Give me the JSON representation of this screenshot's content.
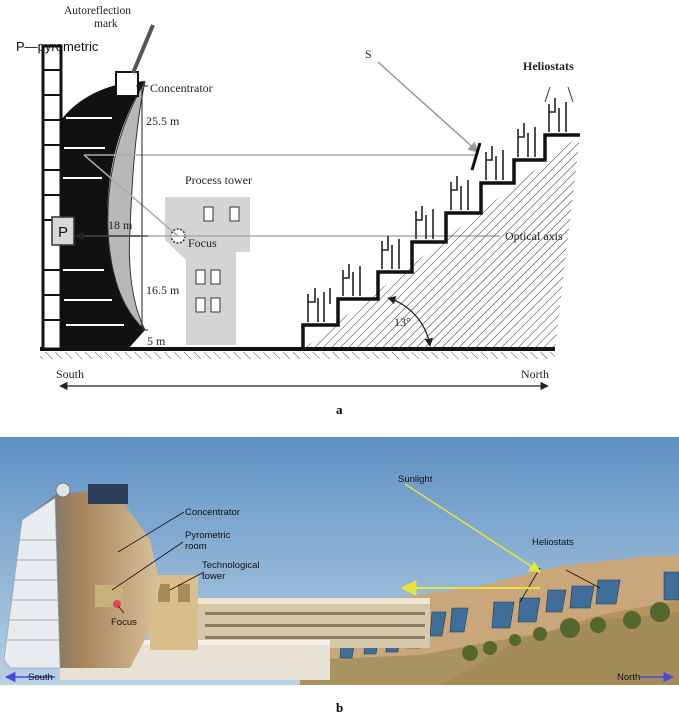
{
  "diagram_a": {
    "caption": "a",
    "labels": {
      "autoreflection": "Autoreflection\nmark",
      "pyrometric": "P—pyrometric",
      "concentrator": "Concentrator",
      "process_tower": "Process tower",
      "focus": "Focus",
      "s": "S",
      "heliostats": "Heliostats",
      "optical_axis": "Optical axis",
      "p_box": "P",
      "south": "South",
      "north": "North"
    },
    "dimensions": {
      "upper": "25.5 m",
      "lower": "16.5 m",
      "horizontal": "18 m",
      "base": "5 m",
      "angle": "13°"
    }
  },
  "photo_b": {
    "caption": "b",
    "labels": {
      "concentrator": "Concentrator",
      "pyrometric_room": "Pyrometric\nroom",
      "technological_tower": "Technological\ntower",
      "focus": "Focus",
      "sunlight": "Sunlight",
      "heliostats": "Heliostats",
      "south": "South",
      "north": "North"
    }
  },
  "colors": {
    "sky": "#7aa6cc",
    "hill": "#c9a77a",
    "concentrator_photo": "#8b6a48",
    "sunlight_arrow": "#e8e23a",
    "direction_arrow": "#4a4ad8"
  }
}
